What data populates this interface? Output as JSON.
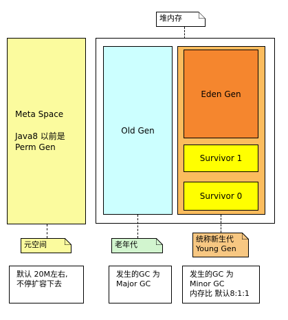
{
  "heap_note": "堆内存",
  "meta_space": {
    "title": "Meta Space",
    "line1": "Java8 以前是",
    "line2": "Perm Gen"
  },
  "old_gen": "Old  Gen",
  "eden_gen": "Eden  Gen",
  "survivor1": "Survivor 1",
  "survivor0": "Survivor 0",
  "meta_note": "元空间",
  "old_note": "老年代",
  "young_note": {
    "line1": "统称新生代",
    "line2": "Young Gen"
  },
  "meta_info": "默认 20M左右,\n不停扩容下去",
  "old_info": "发生的GC 为\nMajor GC",
  "young_info": "发生的GC 为\nMinor GC\n内存比 默认8:1:1",
  "colors": {
    "meta_fill": "#fbfb9e",
    "old_fill": "#ccffff",
    "young_fill": "#fbbc5e",
    "eden_fill": "#f5862e",
    "survivor_fill": "#ffff00"
  }
}
